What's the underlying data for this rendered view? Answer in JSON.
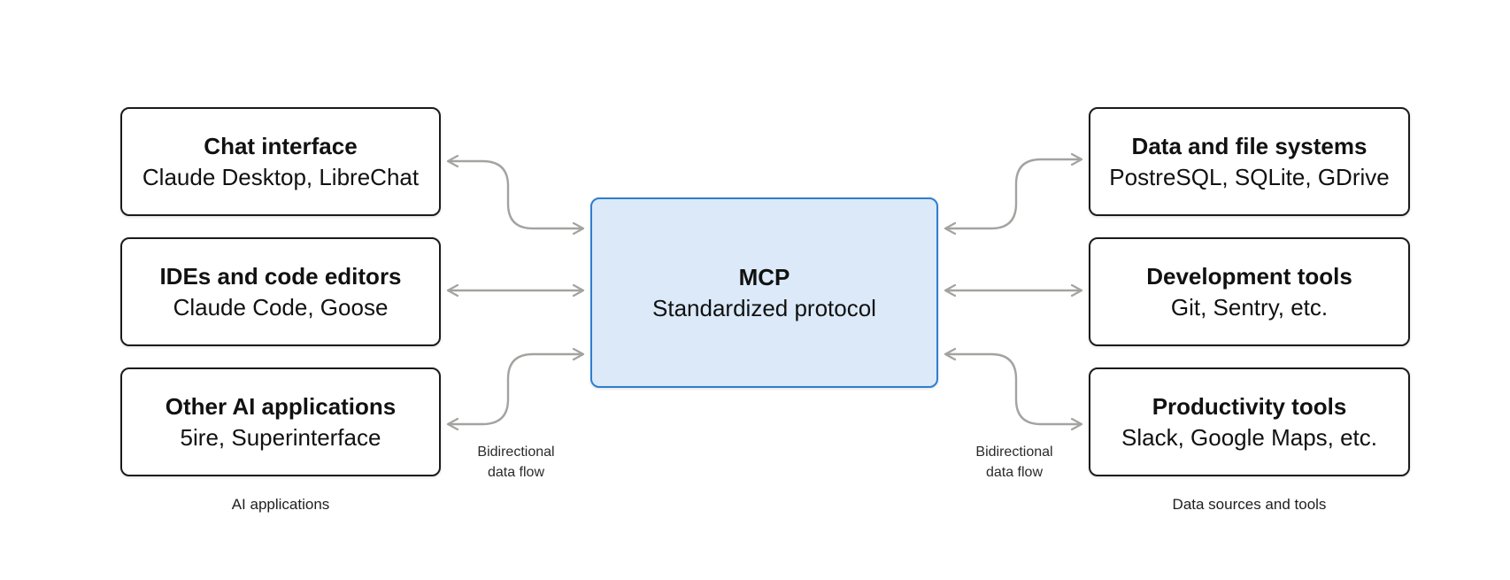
{
  "diagram": {
    "center": {
      "title": "MCP",
      "subtitle": "Standardized protocol"
    },
    "left_group": {
      "label": "AI applications",
      "flow_label_line1": "Bidirectional",
      "flow_label_line2": "data flow",
      "boxes": [
        {
          "title": "Chat interface",
          "subtitle": "Claude Desktop, LibreChat"
        },
        {
          "title": "IDEs and code editors",
          "subtitle": "Claude Code, Goose"
        },
        {
          "title": "Other AI applications",
          "subtitle": "5ire, Superinterface"
        }
      ]
    },
    "right_group": {
      "label": "Data sources and tools",
      "flow_label_line1": "Bidirectional",
      "flow_label_line2": "data flow",
      "boxes": [
        {
          "title": "Data and file systems",
          "subtitle": "PostreSQL, SQLite, GDrive"
        },
        {
          "title": "Development tools",
          "subtitle": "Git, Sentry, etc."
        },
        {
          "title": "Productivity tools",
          "subtitle": "Slack, Google Maps, etc."
        }
      ]
    },
    "colors": {
      "box_border": "#1b1b1b",
      "arrow": "#a3a3a0",
      "mcp_fill": "#dbe9f8",
      "mcp_border": "#2e7ecf"
    }
  }
}
